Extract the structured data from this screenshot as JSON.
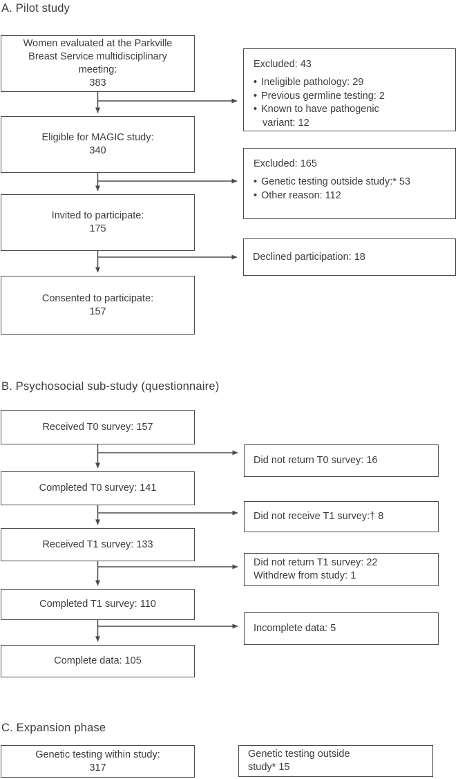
{
  "colors": {
    "border": "#4a4b4f",
    "text": "#3b3c40",
    "arrow": "#4a4b4f",
    "background": "#ffffff"
  },
  "pilot": {
    "title": "A. Pilot study",
    "evaluated": {
      "label": "Women evaluated at the Parkville Breast Service multidisciplinary meeting:",
      "value": "383"
    },
    "eligible": {
      "label": "Eligible for MAGIC study:",
      "value": "340"
    },
    "invited": {
      "label": "Invited to participate:",
      "value": "175"
    },
    "consented": {
      "label": "Consented to participate:",
      "value": "157"
    },
    "excluded1": {
      "heading": "Excluded: 43",
      "items": [
        {
          "line1": "Ineligible pathology: 29"
        },
        {
          "line1": "Previous germline testing: 2"
        },
        {
          "line1": "Known to have pathogenic",
          "line2": "variant: 12"
        }
      ]
    },
    "excluded2": {
      "heading": "Excluded: 165",
      "items": [
        {
          "line1": "Genetic testing outside study:* 53"
        },
        {
          "line1": "Other reason: 112"
        }
      ]
    },
    "declined": {
      "text": "Declined participation: 18"
    }
  },
  "substudy": {
    "title": "B. Psychosocial sub-study (questionnaire)",
    "received_t0": {
      "text": "Received T0 survey: 157"
    },
    "completed_t0": {
      "text": "Completed T0 survey: 141"
    },
    "received_t1": {
      "text": "Received T1 survey: 133"
    },
    "completed_t1": {
      "text": "Completed T1 survey: 110"
    },
    "complete_data": {
      "text": "Complete data: 105"
    },
    "not_returned_t0": {
      "text": "Did not return T0 survey: 16"
    },
    "not_received_t1": {
      "text": "Did not receive T1 survey:† 8"
    },
    "not_returned_t1": {
      "line1": "Did not return T1 survey: 22",
      "line2": "Withdrew from study: 1"
    },
    "incomplete": {
      "text": "Incomplete data: 5"
    }
  },
  "expansion": {
    "title": "C. Expansion phase",
    "within": {
      "label": "Genetic testing within study:",
      "value": "317"
    },
    "outside": {
      "line1": "Genetic testing outside",
      "line2": "study* 15"
    }
  }
}
